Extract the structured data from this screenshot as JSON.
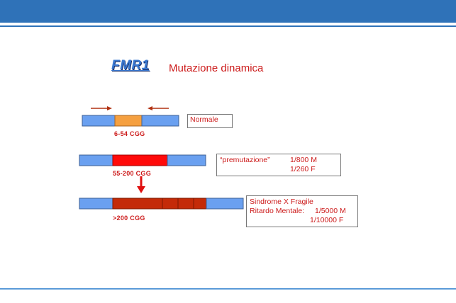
{
  "slide": {
    "gene": "FMR1",
    "subtitle": "Mutazione dinamica"
  },
  "alleles": [
    {
      "repeat_label": "6-54  CGG",
      "lines": [
        {
          "left": "Normale",
          "right": ""
        }
      ]
    },
    {
      "repeat_label": "55-200  CGG",
      "lines": [
        {
          "left": "“premutazione”",
          "right": "1/800 M"
        },
        {
          "left": "",
          "right": "1/260 F"
        }
      ]
    },
    {
      "repeat_label": ">200  CGG",
      "lines": [
        {
          "left": "Sindrome  X Fragile",
          "right": ""
        },
        {
          "left": "Ritardo Mentale:",
          "right": "1/5000 M"
        },
        {
          "left": "",
          "right": "1/10000 F"
        }
      ]
    }
  ],
  "colors": {
    "header": "#2f72b8",
    "flank": "#6aa0f0",
    "normal_repeat": "#f5a040",
    "premutation_repeat": "#ff0a0a",
    "full_mutation_repeat": "#c42a08",
    "accent_red": "#cc1a1a"
  }
}
